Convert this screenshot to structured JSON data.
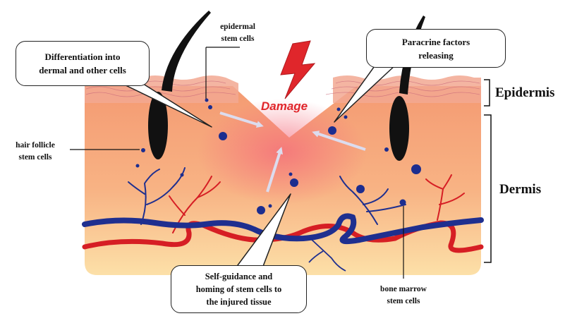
{
  "colors": {
    "skin_top": "#f6a37b",
    "skin_bottom": "#fbd9a6",
    "epidermis": "#f0b0a0",
    "vein": "#1f2f8f",
    "artery": "#d61e24",
    "cell": "#1c2d8f",
    "damage_text": "#e0262b",
    "arrow": "#dcdcee"
  },
  "icons": {
    "damage": "lightning-bolt-icon"
  },
  "labels": {
    "epidermal_stem_cells": [
      "epidermal",
      "stem cells"
    ],
    "hair_follicle_stem_cells": [
      "hair follicle",
      "stem cells"
    ],
    "bone_marrow_stem_cells": [
      "bone marrow",
      "stem cells"
    ],
    "damage": "Damage",
    "epidermis": "Epidermis",
    "dermis": "Dermis"
  },
  "callouts": {
    "differentiation": [
      "Differentiation into",
      "dermal and other cells"
    ],
    "paracrine": [
      "Paracrine factors",
      "releasing"
    ],
    "homing": [
      "Self-guidance and",
      "homing of stem cells to",
      "the injured tissue"
    ]
  }
}
